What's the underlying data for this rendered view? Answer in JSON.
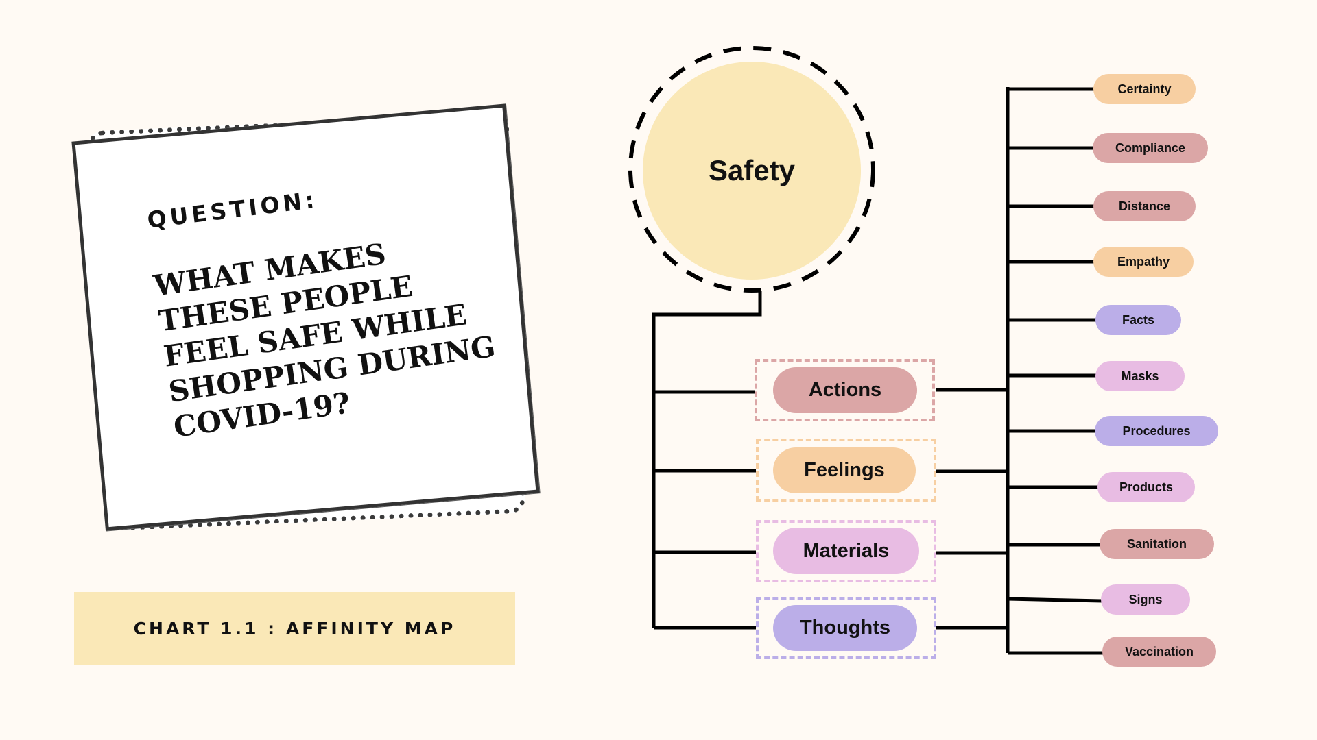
{
  "question": {
    "label": "QUESTION:",
    "text": "WHAT MAKES\nTHESE PEOPLE\nFEEL SAFE WHILE\nSHOPPING DURING\nCOVID-19?"
  },
  "caption": "CHART 1.1 : AFFINITY MAP",
  "root": {
    "label": "Safety",
    "color": "#fae8b7"
  },
  "categories": [
    {
      "label": "Actions",
      "color": "#dba6a6"
    },
    {
      "label": "Feelings",
      "color": "#f7cfa2"
    },
    {
      "label": "Materials",
      "color": "#e8bce3"
    },
    {
      "label": "Thoughts",
      "color": "#bbaee8"
    }
  ],
  "leaves": [
    {
      "label": "Certainty",
      "color": "#f7cfa2"
    },
    {
      "label": "Compliance",
      "color": "#dba6a6"
    },
    {
      "label": "Distance",
      "color": "#dba6a6"
    },
    {
      "label": "Empathy",
      "color": "#f7cfa2"
    },
    {
      "label": "Facts",
      "color": "#bbaee8"
    },
    {
      "label": "Masks",
      "color": "#e8bce3"
    },
    {
      "label": "Procedures",
      "color": "#bbaee8"
    },
    {
      "label": "Products",
      "color": "#e8bce3"
    },
    {
      "label": "Sanitation",
      "color": "#dba6a6"
    },
    {
      "label": "Signs",
      "color": "#e8bce3"
    },
    {
      "label": "Vaccination",
      "color": "#dba6a6"
    }
  ]
}
